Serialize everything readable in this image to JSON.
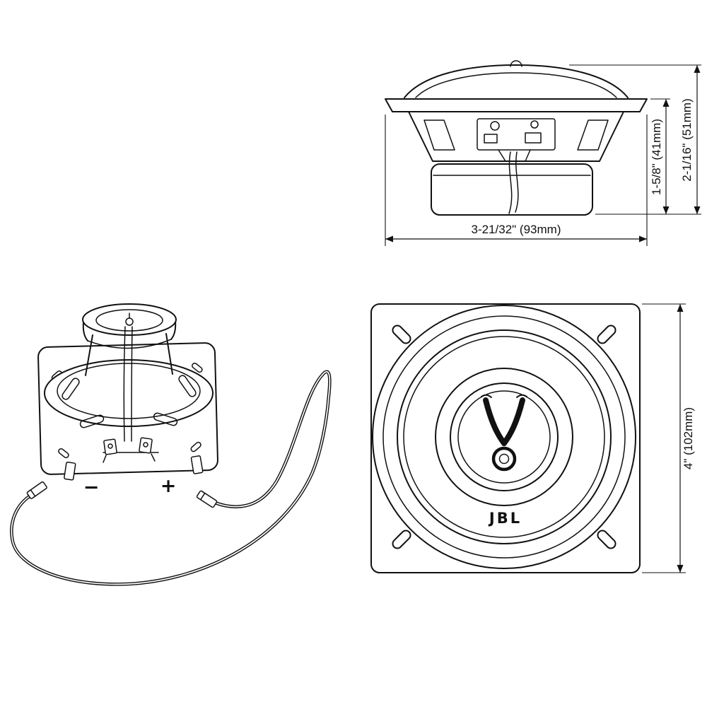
{
  "diagram": {
    "type": "speaker-dimension-drawing",
    "line_color": "#111111",
    "background": "#ffffff"
  },
  "side_view": {
    "dim_width": "3-21/32\" (93mm)",
    "dim_mount_depth": "1-5/8\" (41mm)",
    "dim_total_depth": "2-1/16\" (51mm)"
  },
  "rear_view": {
    "polarity_negative": "−",
    "polarity_positive": "+"
  },
  "front_view": {
    "brand": "JBL",
    "dim_diameter": "4\" (102mm)"
  }
}
